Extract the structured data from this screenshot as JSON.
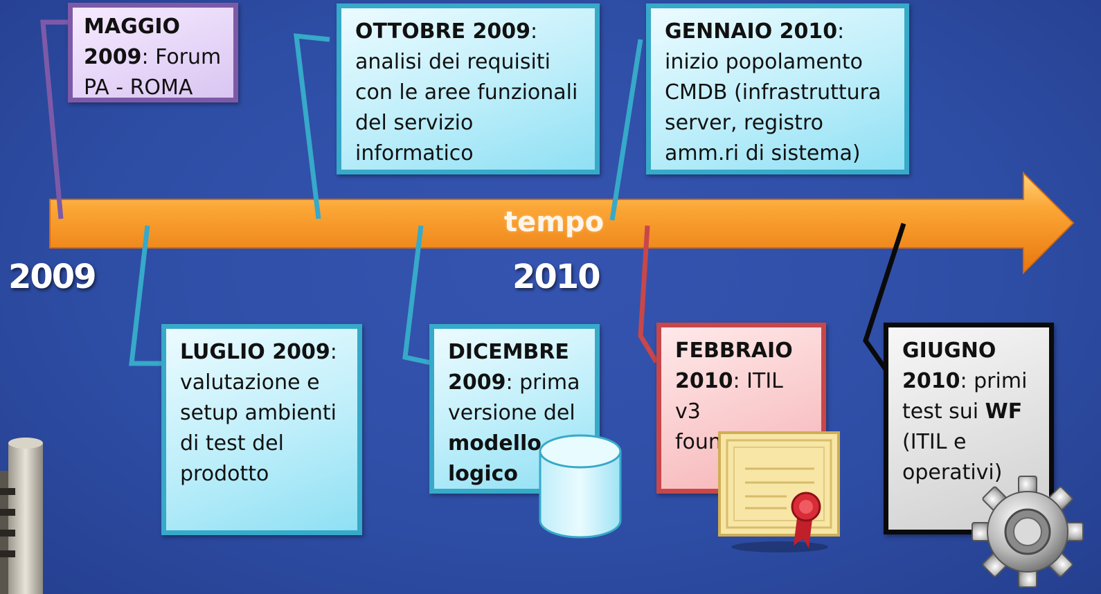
{
  "timeline": {
    "axis_label": "tempo",
    "years": [
      "2009",
      "2010"
    ]
  },
  "events": [
    {
      "date": "MAGGIO 2009",
      "text": ": Forum PA - ROMA",
      "color": "#7d5aa8"
    },
    {
      "date": "LUGLIO 2009",
      "text": ": valutazione e setup ambienti di test del prodotto",
      "color": "#37a9c9"
    },
    {
      "date": "OTTOBRE 2009",
      "text": ": analisi dei requisiti con le aree funzionali del servizio informatico",
      "color": "#37a9c9"
    },
    {
      "date": "DICEMBRE 2009",
      "text": ": prima versione del ",
      "bold_tail": "modello logico",
      "color": "#37a9c9"
    },
    {
      "date": "GENNAIO 2010",
      "text": ": inizio popolamento CMDB (infrastruttura server, registro amm.ri di sistema)",
      "color": "#37a9c9"
    },
    {
      "date": "FEBBRAIO 2010",
      "text": ": ITIL v3 foundation",
      "color": "#c7474a"
    },
    {
      "date": "GIUGNO 2010",
      "text": ": primi test sui ",
      "bold_mid": "WF",
      "text_tail": " (ITIL e operativi)",
      "color": "#0a0a0a"
    }
  ],
  "icons": [
    "database-icon",
    "certificate-icon",
    "gear-icon",
    "building-icon"
  ],
  "colors": {
    "background": "#2e4ea6",
    "arrow": "#f7941d"
  }
}
